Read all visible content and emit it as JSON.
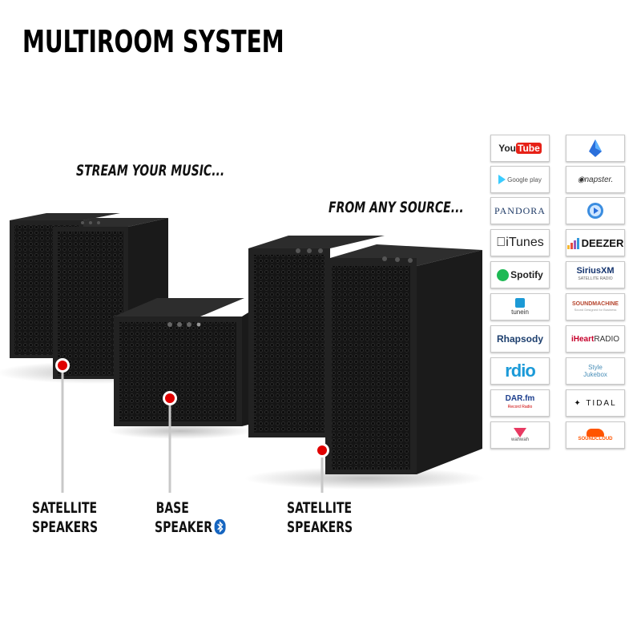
{
  "title": "MULTIROOM SYSTEM",
  "taglines": {
    "stream": "STREAM YOUR MUSIC...",
    "source": "FROM ANY SOURCE..."
  },
  "labels": {
    "left": {
      "line1": "SATELLITE",
      "line2": "SPEAKERS"
    },
    "middle": {
      "line1": "BASE",
      "line2": "SPEAKER"
    },
    "right": {
      "line1": "SATELLITE",
      "line2": "SPEAKERS"
    }
  },
  "bluetooth_icon": "bluetooth-icon",
  "colors": {
    "marker": "#e00000",
    "bluetooth": "#1565c0",
    "speaker": "#1e1e1e"
  },
  "services": {
    "left": [
      {
        "name": "YouTube",
        "you": "You",
        "tube": "Tube"
      },
      {
        "name": "Google play"
      },
      {
        "name": "PANDORA"
      },
      {
        "name": "iTunes"
      },
      {
        "name": "Spotify"
      },
      {
        "name": "tunein"
      },
      {
        "name": "Rhapsody"
      },
      {
        "name": "rdio"
      },
      {
        "name": "DAR.fm",
        "sub": "Record Radio"
      },
      {
        "name": "wahwah"
      }
    ],
    "right": [
      {
        "name": "blue-music-icon"
      },
      {
        "name": "napster."
      },
      {
        "name": "play-circle-icon"
      },
      {
        "name": "DEEZER"
      },
      {
        "name": "SiriusXM",
        "sub": "SATELLITE RADIO"
      },
      {
        "name": "SOUNDMACHINE",
        "sub": "Sound Designed for Business"
      },
      {
        "name": "iHeartRADIO",
        "heart": "iHeart",
        "radio": "RADIO"
      },
      {
        "name": "Style Jukebox",
        "line1": "Style",
        "line2": "Jukebox"
      },
      {
        "name": "TIDAL"
      },
      {
        "name": "SOUNDCLOUD"
      }
    ]
  }
}
